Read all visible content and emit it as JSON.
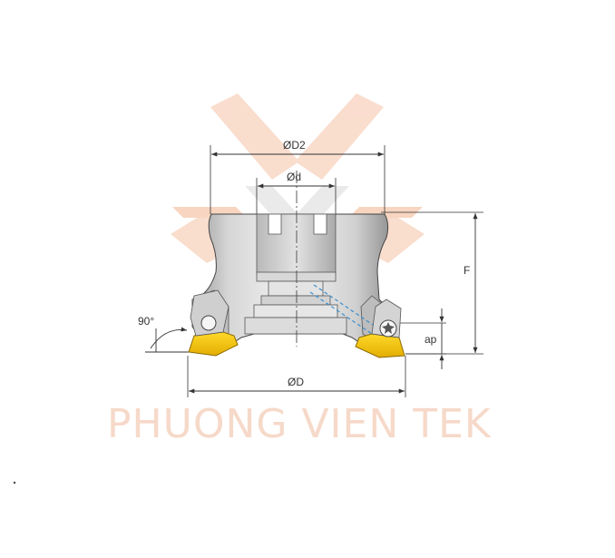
{
  "diagram": {
    "subject": "face milling cutter cross-section with indexable inserts",
    "dimensions": {
      "d2": "ØD2",
      "d": "Ød",
      "D": "ØD",
      "F": "F",
      "ap": "ap",
      "angle": "90°"
    },
    "watermark": "PHUONG VIEN TEK",
    "colors": {
      "body_light": "#eeeeee",
      "body_mid": "#c9c9c9",
      "body_dark": "#8d8d8d",
      "insert": "#f2c200",
      "insert_edge": "#b58d00",
      "centerline": "#4a4a4a",
      "dim_line": "#333333",
      "coolant": "#3a8fd0",
      "watermark_orange": "#f6cbb3",
      "watermark_grey": "#dedede"
    }
  }
}
